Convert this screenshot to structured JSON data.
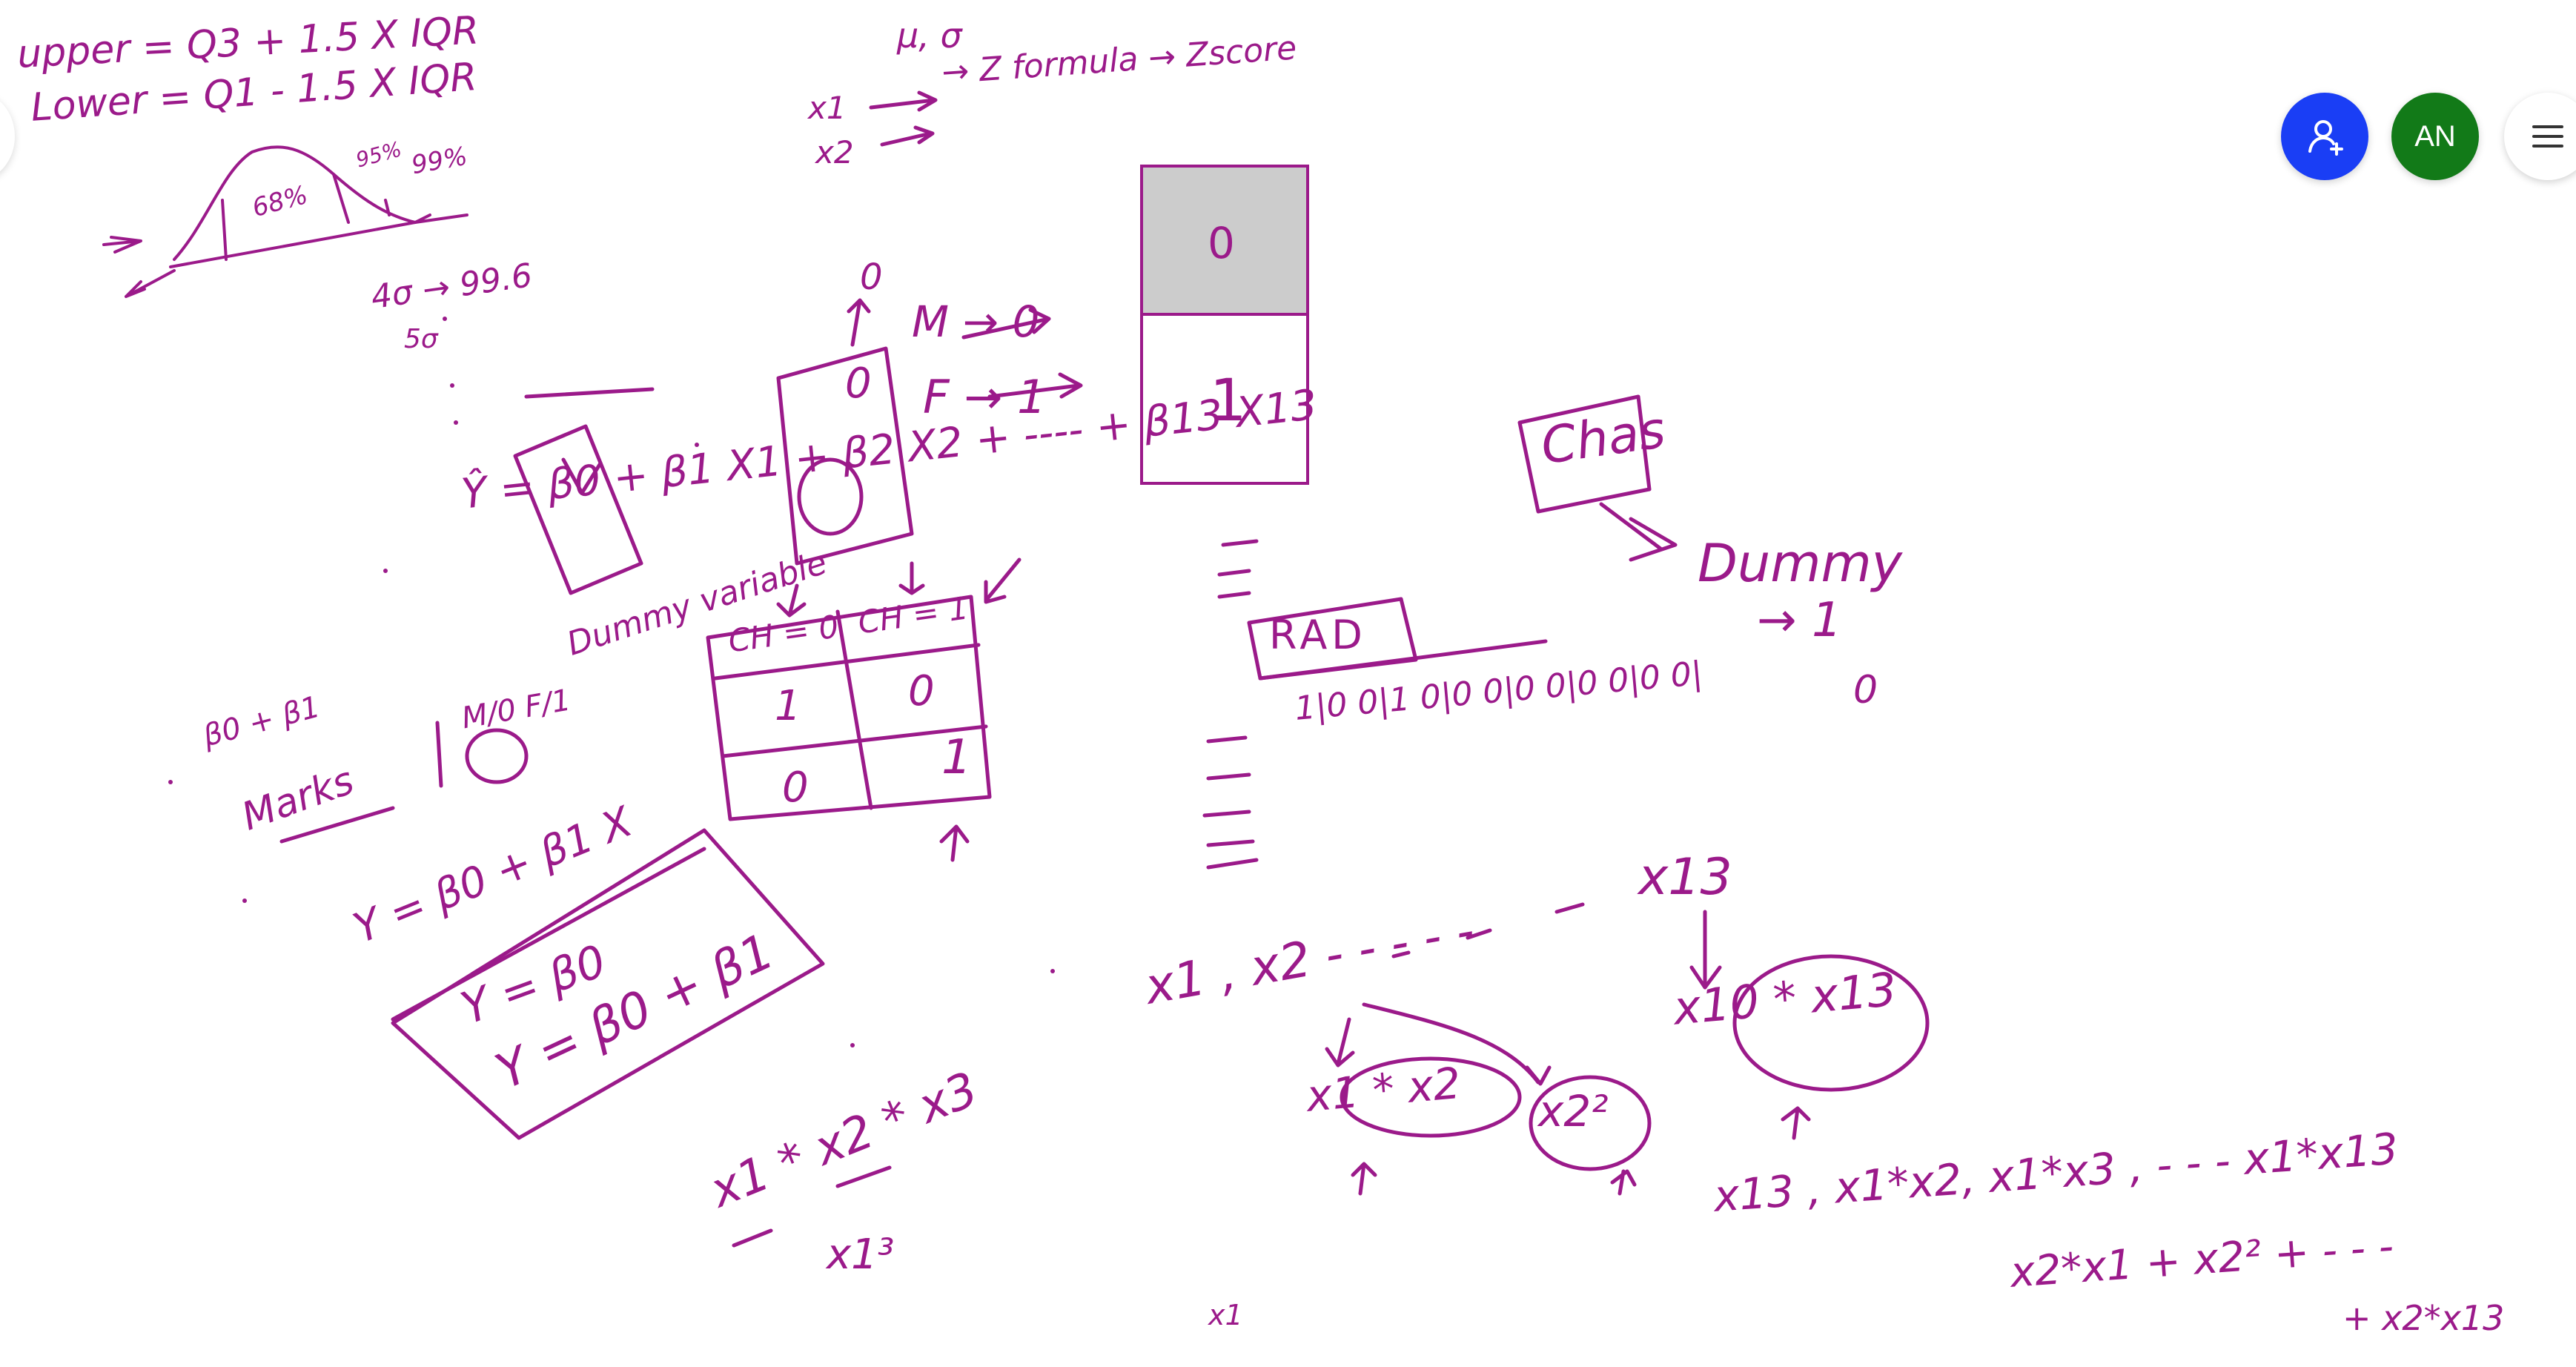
{
  "app": {
    "invite_icon": "add-person-icon",
    "avatar_initials": "AN",
    "menu_icon": "hamburger-menu-icon",
    "colors": {
      "ink": "#9b1a8a",
      "invite_bg": "#1a3ef5",
      "avatar_bg": "#127a18",
      "highlight_cell": "#cccccc"
    }
  },
  "notes": {
    "upper": "upper = Q3 + 1.5 X IQR",
    "lower": "Lower = Q1 - 1.5 X IQR",
    "pct68": "68%",
    "pct95": "95%",
    "pct99": "99%",
    "sigma4": "4σ → 99.6",
    "sigma5": "5σ",
    "mu_sigma": "μ, σ",
    "zformula": "→ Z formula → Zscore",
    "x1": "x1",
    "x2": "x2",
    "zero_top": "0",
    "m_to_0": "M → 0",
    "f_to_1": "F → 1",
    "zero_in_box": "0",
    "regression": "Ŷ = β0 + β1 X1 + β2 X2 + ---- + β13 X13",
    "dummy_variable": "Dummy variable",
    "marks": "Marks",
    "b0_b1": "β0 + β1",
    "m_f": "M/0  F/1",
    "ch0": "CH = 0",
    "ch1": "CH = 1",
    "cell_1_0": "1",
    "cell_0_1": "0",
    "cell_0_0": "0",
    "cell_1_1": "1",
    "eq1": "Y = β0 + β1 X",
    "eq2": "Y = β0",
    "eq3": "Y = β0 + β1",
    "interaction": "x1 * x2 * x3",
    "cube": "x1³",
    "box_zero": "0",
    "box_one": "1",
    "rad": "RAD",
    "binary_row": "1|0 0|1 0|0 0|0 0|0 0|0 0|",
    "chas": "Chas",
    "dummy": "Dummy",
    "dummy_one": "→ 1",
    "dummy_zero": "0",
    "x1_x2_seq": "x1 , x2 - - - - -",
    "x13": "x13",
    "x1x2": "x1 * x2",
    "x2sq": "x2²",
    "x10x13": "x10 * x13",
    "bottom1": "x13 , x1*x2, x1*x3 , - - - x1*x13",
    "bottom2": "x2*x1 + x2² + - - -",
    "bottom3": "+ x2*x13",
    "stray_x1": "x1"
  }
}
